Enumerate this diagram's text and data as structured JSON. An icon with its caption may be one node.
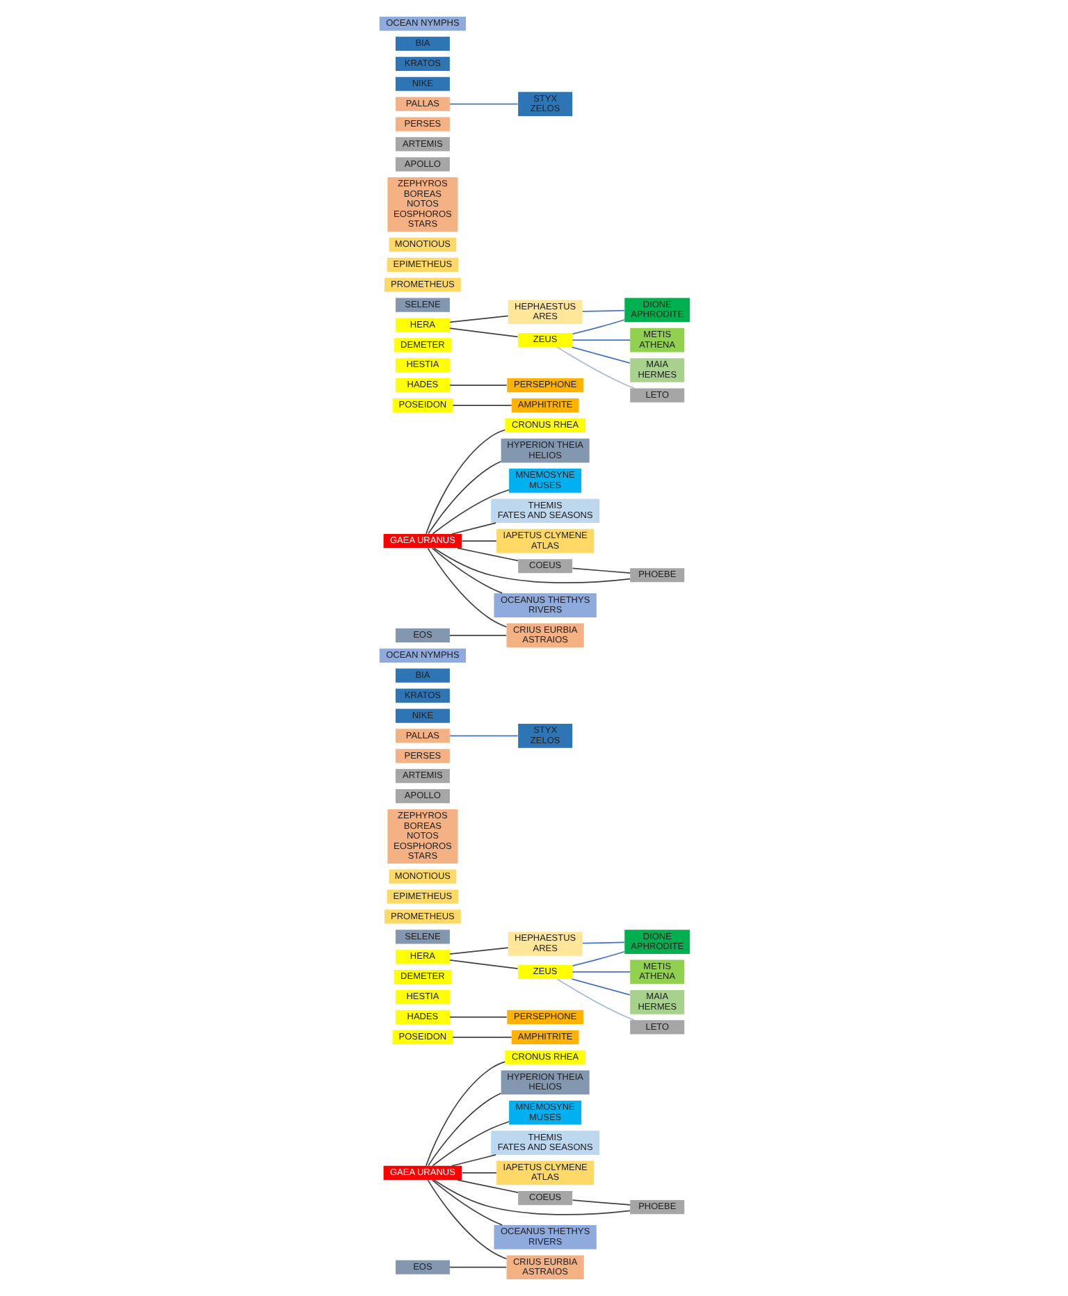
{
  "diagram": {
    "nodes": [
      {
        "text": [
          "GAEA URANUS"
        ]
      },
      {
        "text": [
          "CRONUS RHEA"
        ]
      },
      {
        "text": [
          "POSEIDON"
        ]
      },
      {
        "text": [
          "AMPHITRITE"
        ]
      },
      {
        "text": [
          "HADES"
        ]
      },
      {
        "text": [
          "PERSEPHONE"
        ]
      },
      {
        "text": [
          "HESTIA"
        ]
      },
      {
        "text": [
          "DEMETER"
        ]
      },
      {
        "text": [
          "HERA"
        ]
      },
      {
        "text": [
          "HEPHAESTUS",
          "ARES"
        ]
      },
      {
        "text": [
          "ZEUS"
        ]
      },
      {
        "text": [
          "METIS",
          "ATHENA"
        ]
      },
      {
        "text": [
          "DIONE",
          "APHRODITE"
        ]
      },
      {
        "text": [
          "MAIA",
          "HERMES"
        ]
      },
      {
        "text": [
          "HYPERION THEIA",
          "HELIOS"
        ]
      },
      {
        "text": [
          "EOS"
        ]
      },
      {
        "text": [
          "SELENE"
        ]
      },
      {
        "text": [
          "MNEMOSYNE",
          "MUSES"
        ]
      },
      {
        "text": [
          "THEMIS",
          "FATES AND SEASONS"
        ]
      },
      {
        "text": [
          "IAPETUS CLYMENE",
          "ATLAS"
        ]
      },
      {
        "text": [
          "PROMETHEUS"
        ]
      },
      {
        "text": [
          "EPIMETHEUS"
        ]
      },
      {
        "text": [
          "MONOTIOUS"
        ]
      },
      {
        "text": [
          "ZEPHYROS",
          "BOREAS",
          "NOTOS",
          "EOSPHOROS",
          "STARS"
        ]
      },
      {
        "text": [
          "APOLLO"
        ]
      },
      {
        "text": [
          "ARTEMIS"
        ]
      },
      {
        "text": [
          "COEUS"
        ]
      },
      {
        "text": [
          "CRIUS EURBIA",
          "ASTRAIOS"
        ]
      },
      {
        "text": [
          "PERSES"
        ]
      },
      {
        "text": [
          "PALLAS"
        ]
      },
      {
        "text": [
          "PHOEBE"
        ]
      },
      {
        "text": [
          "LETO"
        ]
      },
      {
        "text": [
          "STYX",
          "ZELOS"
        ]
      },
      {
        "text": [
          "NIKE"
        ]
      },
      {
        "text": [
          "KRATOS"
        ]
      },
      {
        "text": [
          "BIA"
        ]
      },
      {
        "text": [
          "OCEANUS THETHYS",
          "RIVERS"
        ]
      },
      {
        "text": [
          "OCEAN NYMPHS"
        ]
      },
      {
        "text": [
          "GAEA URANUS"
        ]
      },
      {
        "text": [
          "CRONUS RHEA"
        ]
      },
      {
        "text": [
          "POSEIDON"
        ]
      },
      {
        "text": [
          "AMPHITRITE"
        ]
      },
      {
        "text": [
          "HADES"
        ]
      },
      {
        "text": [
          "PERSEPHONE"
        ]
      },
      {
        "text": [
          "HESTIA"
        ]
      },
      {
        "text": [
          "DEMETER"
        ]
      },
      {
        "text": [
          "HERA"
        ]
      },
      {
        "text": [
          "HEPHAESTUS",
          "ARES"
        ]
      },
      {
        "text": [
          "ZEUS"
        ]
      },
      {
        "text": [
          "METIS",
          "ATHENA"
        ]
      },
      {
        "text": [
          "DIONE",
          "APHRODITE"
        ]
      },
      {
        "text": [
          "MAIA",
          "HERMES"
        ]
      },
      {
        "text": [
          "HYPERION THEIA",
          "HELIOS"
        ]
      },
      {
        "text": [
          "EOS"
        ]
      },
      {
        "text": [
          "SELENE"
        ]
      },
      {
        "text": [
          "MNEMOSYNE",
          "MUSES"
        ]
      },
      {
        "text": [
          "THEMIS",
          "FATES AND SEASONS"
        ]
      },
      {
        "text": [
          "IAPETUS CLYMENE",
          "ATLAS"
        ]
      },
      {
        "text": [
          "PROMETHEUS"
        ]
      },
      {
        "text": [
          "EPIMETHEUS"
        ]
      },
      {
        "text": [
          "MONOTIOUS"
        ]
      },
      {
        "text": [
          "ZEPHYROS",
          "BOREAS",
          "NOTOS",
          "EOSPHOROS",
          "STARS"
        ]
      },
      {
        "text": [
          "APOLLO"
        ]
      },
      {
        "text": [
          "ARTEMIS"
        ]
      },
      {
        "text": [
          "COEUS"
        ]
      },
      {
        "text": [
          "CRIUS EURBIA",
          "ASTRAIOS"
        ]
      },
      {
        "text": [
          "PERSES"
        ]
      },
      {
        "text": [
          "PALLAS"
        ]
      },
      {
        "text": [
          "PHOEBE"
        ]
      },
      {
        "text": [
          "LETO"
        ]
      },
      {
        "text": [
          "STYX",
          "ZELOS"
        ]
      },
      {
        "text": [
          "NIKE"
        ]
      },
      {
        "text": [
          "KRATOS"
        ]
      },
      {
        "text": [
          "BIA"
        ]
      },
      {
        "text": [
          "OCEANUS THETHYS",
          "RIVERS"
        ]
      },
      {
        "text": [
          "OCEAN NYMPHS"
        ]
      }
    ],
    "edges": [
      {
        "from": 0,
        "to": 1,
        "arrow": "none"
      },
      {
        "from": 0,
        "to": 14,
        "arrow": "none"
      },
      {
        "from": 0,
        "to": 17,
        "arrow": "none"
      },
      {
        "from": 0,
        "to": 18,
        "arrow": "none"
      },
      {
        "from": 0,
        "to": 19,
        "arrow": "none"
      },
      {
        "from": 0,
        "to": 26,
        "arrow": "none"
      },
      {
        "from": 0,
        "to": 27,
        "arrow": "none"
      },
      {
        "from": 0,
        "to": 30,
        "arrow": "none"
      },
      {
        "from": 0,
        "to": 36,
        "arrow": "none"
      },
      {
        "from": 2,
        "to": 3,
        "arrow": "none"
      },
      {
        "from": 4,
        "to": 5,
        "arrow": "none"
      },
      {
        "from": 8,
        "to": 9,
        "arrow": "none"
      },
      {
        "from": 8,
        "to": 10,
        "arrow": "none"
      },
      {
        "from": 10,
        "to": 11,
        "arrow": "none",
        "color": "#4472c4"
      },
      {
        "from": 10,
        "to": 12,
        "arrow": "none",
        "color": "#4472c4"
      },
      {
        "from": 10,
        "to": 13,
        "arrow": "none",
        "color": "#4472c4"
      },
      {
        "from": 9,
        "to": 12,
        "arrow": "none",
        "color": "#4472c4"
      },
      {
        "from": 10,
        "to": 31,
        "arrow": "none",
        "color": "#a9b8d8"
      },
      {
        "from": 15,
        "to": 27,
        "arrow": "none"
      },
      {
        "from": 26,
        "to": 30,
        "arrow": "none"
      },
      {
        "from": 29,
        "to": 32,
        "arrow": "none",
        "color": "#4472c4"
      },
      {
        "from": 38,
        "to": 39,
        "arrow": "none"
      },
      {
        "from": 38,
        "to": 52,
        "arrow": "none"
      },
      {
        "from": 38,
        "to": 55,
        "arrow": "none"
      },
      {
        "from": 38,
        "to": 56,
        "arrow": "none"
      },
      {
        "from": 38,
        "to": 57,
        "arrow": "none"
      },
      {
        "from": 38,
        "to": 64,
        "arrow": "none"
      },
      {
        "from": 38,
        "to": 65,
        "arrow": "none"
      },
      {
        "from": 38,
        "to": 68,
        "arrow": "none"
      },
      {
        "from": 38,
        "to": 74,
        "arrow": "none"
      },
      {
        "from": 40,
        "to": 41,
        "arrow": "none"
      },
      {
        "from": 42,
        "to": 43,
        "arrow": "none"
      },
      {
        "from": 46,
        "to": 47,
        "arrow": "none"
      },
      {
        "from": 46,
        "to": 48,
        "arrow": "none"
      },
      {
        "from": 48,
        "to": 49,
        "arrow": "none",
        "color": "#4472c4"
      },
      {
        "from": 48,
        "to": 50,
        "arrow": "none",
        "color": "#4472c4"
      },
      {
        "from": 48,
        "to": 51,
        "arrow": "none",
        "color": "#4472c4"
      },
      {
        "from": 47,
        "to": 50,
        "arrow": "none",
        "color": "#4472c4"
      },
      {
        "from": 48,
        "to": 69,
        "arrow": "none",
        "color": "#a9b8d8"
      },
      {
        "from": 53,
        "to": 65,
        "arrow": "none"
      },
      {
        "from": 64,
        "to": 68,
        "arrow": "none"
      },
      {
        "from": 67,
        "to": 70,
        "arrow": "none",
        "color": "#4472c4"
      }
    ]
  }
}
